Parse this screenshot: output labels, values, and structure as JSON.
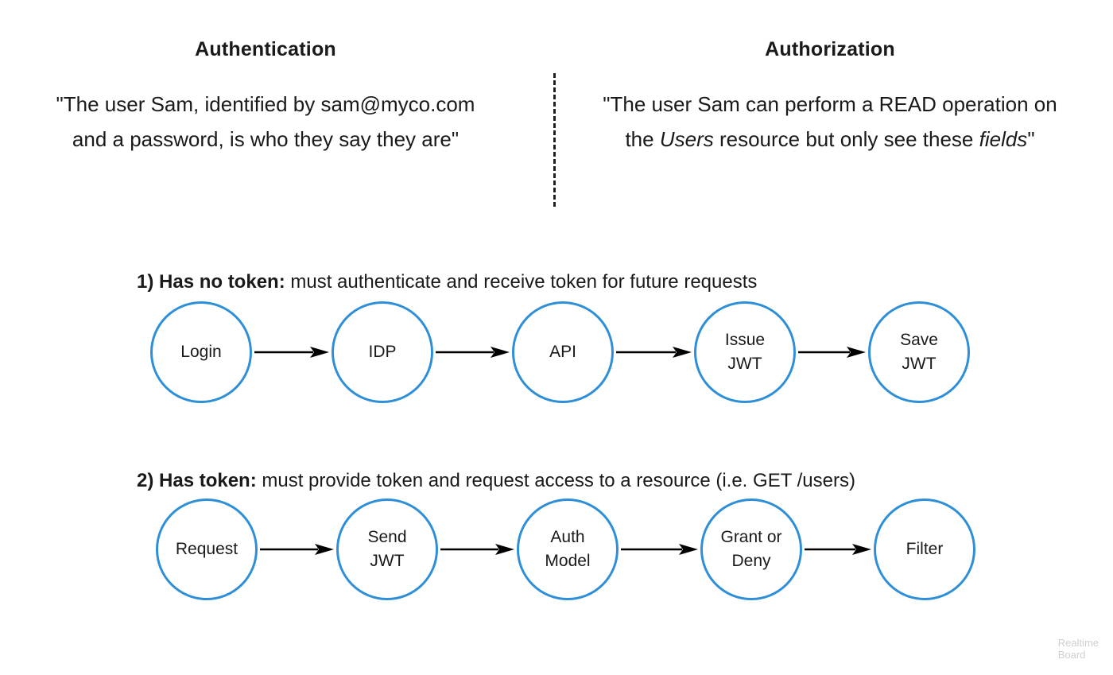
{
  "compare": {
    "left": {
      "title": "Authentication",
      "quote_parts": [
        {
          "text": "\"The user Sam, identified by sam@myco.com and a password, is who they say they are\"",
          "italic": false
        }
      ]
    },
    "right": {
      "title": "Authorization",
      "quote_parts": [
        {
          "text": "\"The user Sam can perform a READ operation on the ",
          "italic": false
        },
        {
          "text": "Users",
          "italic": true
        },
        {
          "text": " resource but only see these ",
          "italic": false
        },
        {
          "text": "fields",
          "italic": true
        },
        {
          "text": "\"",
          "italic": false
        }
      ]
    },
    "divider": "vertical-dashed-divider"
  },
  "flows": [
    {
      "heading_bold": "1) Has no token:",
      "heading_rest": " must authenticate and receive token for future requests",
      "nodes": [
        {
          "lines": [
            "Login"
          ]
        },
        {
          "lines": [
            "IDP"
          ]
        },
        {
          "lines": [
            "API"
          ]
        },
        {
          "lines": [
            "Issue",
            "JWT"
          ]
        },
        {
          "lines": [
            "Save",
            "JWT"
          ]
        }
      ]
    },
    {
      "heading_bold": "2) Has token:",
      "heading_rest": " must provide token and request access to a resource (i.e. GET /users)",
      "nodes": [
        {
          "lines": [
            "Request"
          ]
        },
        {
          "lines": [
            "Send",
            "JWT"
          ]
        },
        {
          "lines": [
            "Auth",
            "Model"
          ]
        },
        {
          "lines": [
            "Grant or",
            "Deny"
          ]
        },
        {
          "lines": [
            "Filter"
          ]
        }
      ]
    }
  ],
  "watermark": {
    "line1": "Realtime",
    "line2": "Board"
  },
  "colors": {
    "node_stroke": "#2e8fd8",
    "arrow": "#000000",
    "text": "#1a1a1a",
    "watermark": "#cfcfcf",
    "background": "#ffffff"
  }
}
